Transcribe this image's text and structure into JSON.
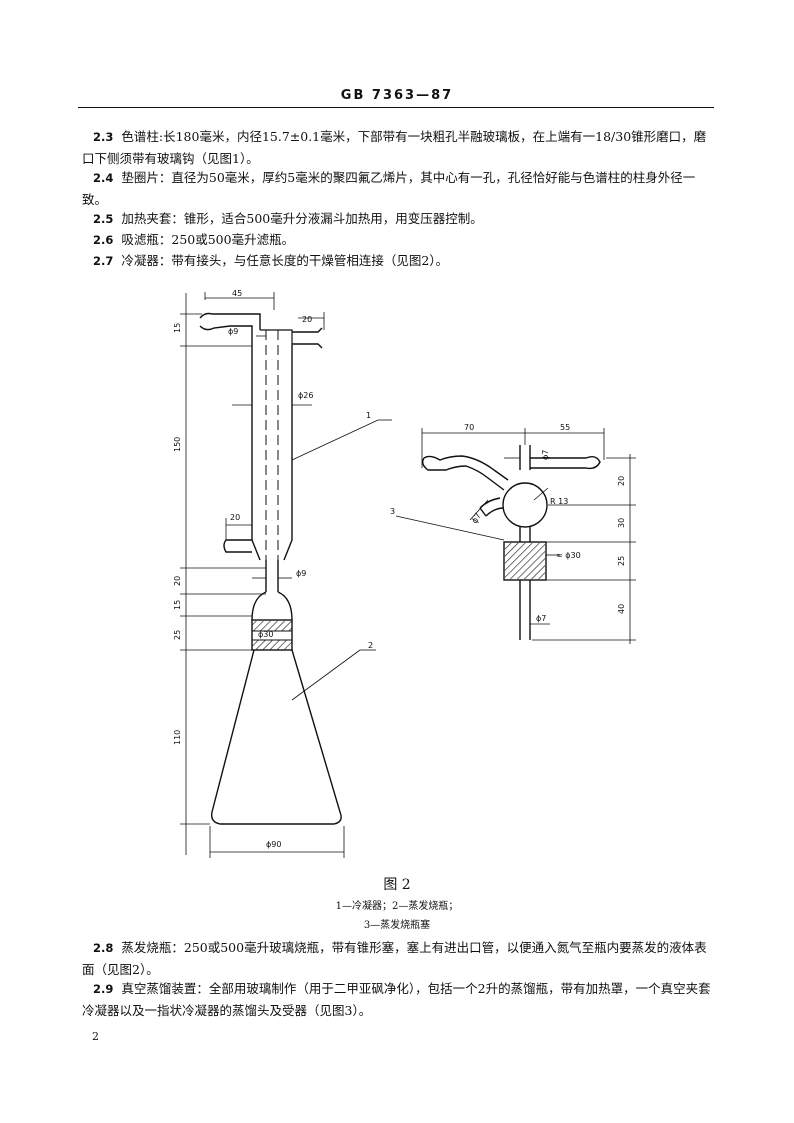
{
  "header": {
    "title": "GB 7363—87"
  },
  "paragraphs": [
    {
      "num": "2.3",
      "text": "色谱柱:长180毫米，内径15.7±0.1毫米，下部带有一块粗孔半融玻璃板，在上端有一18/30锥形磨口，磨口下侧须带有玻璃钩（见图1）。"
    },
    {
      "num": "2.4",
      "text": "垫圈片：直径为50毫米，厚约5毫米的聚四氟乙烯片，其中心有一孔，孔径恰好能与色谱柱的柱身外径一致。"
    },
    {
      "num": "2.5",
      "text": "加热夹套：锥形，适合500毫升分液漏斗加热用，用变压器控制。"
    },
    {
      "num": "2.6",
      "text": "吸滤瓶：250或500毫升滤瓶。"
    },
    {
      "num": "2.7",
      "text": "冷凝器：带有接头，与任意长度的干燥管相连接（见图2）。"
    },
    {
      "num": "2.8",
      "text": "蒸发烧瓶：250或500毫升玻璃烧瓶，带有锥形塞，塞上有进出口管，以便通入氮气至瓶内要蒸发的液体表面（见图2）。"
    },
    {
      "num": "2.9",
      "text": "真空蒸馏装置：全部用玻璃制作（用于二甲亚砜净化），包括一个2升的蒸馏瓶，带有加热罩，一个真空夹套冷凝器以及一指状冷凝器的蒸馏头及受器（见图3）。"
    }
  ],
  "figure": {
    "title": "图 2",
    "legend_line1": "1—冷凝器；2—蒸发烧瓶；",
    "legend_line2": "3—蒸发烧瓶塞",
    "left_dims": {
      "top_width": "45",
      "tube_dia": "ϕ9",
      "arm": "20",
      "jacket_dia": "ϕ26",
      "side_arm": "20",
      "stem_dia": "ϕ9",
      "neck_dia": "ϕ30",
      "base_dia": "ϕ90",
      "v15a": "15",
      "v150": "150",
      "v20": "20",
      "v15b": "15",
      "v25": "25",
      "v110": "110",
      "label1": "1",
      "label2": "2"
    },
    "right_dims": {
      "w70": "70",
      "w55": "55",
      "d7a": "ϕ7",
      "d7b": "ϕ7",
      "r13": "R 13",
      "d30": "≈ ϕ30",
      "d7c": "ϕ7",
      "v20": "20",
      "v30": "30",
      "v25": "25",
      "v40": "40",
      "label3": "3"
    }
  },
  "page_number": "2"
}
